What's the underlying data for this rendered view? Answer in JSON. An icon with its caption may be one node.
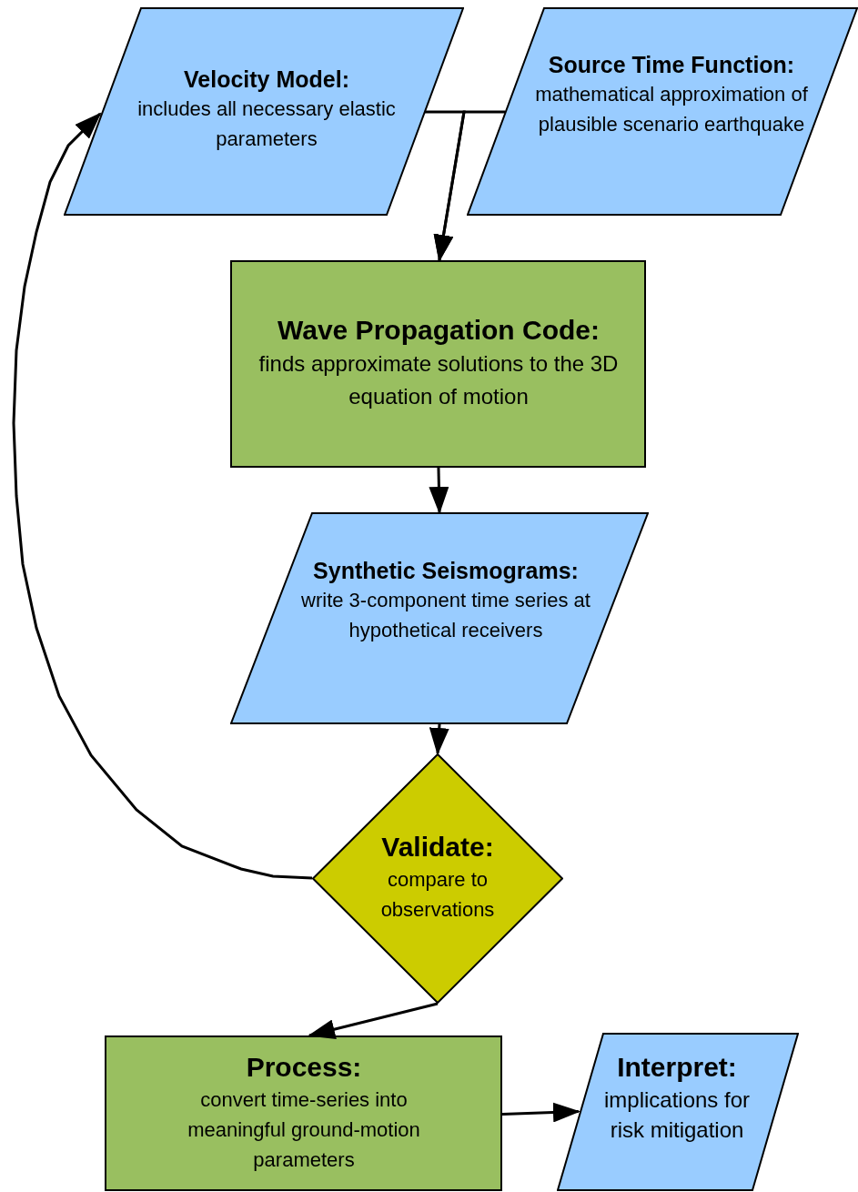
{
  "diagram": {
    "nodes": [
      {
        "text": [
          "Velocity Model:",
          "includes all necessary elastic parameters"
        ]
      },
      {
        "text": [
          "Source Time Function:",
          "mathematical approximation of plausible scenario earthquake"
        ]
      },
      {
        "text": [
          "Wave Propagation Code:",
          "finds approximate solutions to the 3D equation of motion"
        ]
      },
      {
        "text": [
          "Synthetic Seismograms:",
          "write 3-component time series at hypothetical receivers"
        ]
      },
      {
        "text": [
          "Validate:",
          "compare to observations"
        ]
      },
      {
        "text": [
          "Process:",
          "convert time-series into meaningful ground-motion parameters"
        ]
      },
      {
        "text": [
          "Interpret:",
          "implications for risk mitigation"
        ]
      }
    ],
    "edges": [
      {
        "from": 0,
        "to": 2,
        "arrow": "to"
      },
      {
        "from": 1,
        "to": 2,
        "arrow": "to"
      },
      {
        "from": 2,
        "to": 3,
        "arrow": "to"
      },
      {
        "from": 3,
        "to": 4,
        "arrow": "to"
      },
      {
        "from": 4,
        "to": 0,
        "arrow": "to"
      },
      {
        "from": 4,
        "to": 5,
        "arrow": "to"
      },
      {
        "from": 5,
        "to": 6,
        "arrow": "to"
      }
    ]
  }
}
